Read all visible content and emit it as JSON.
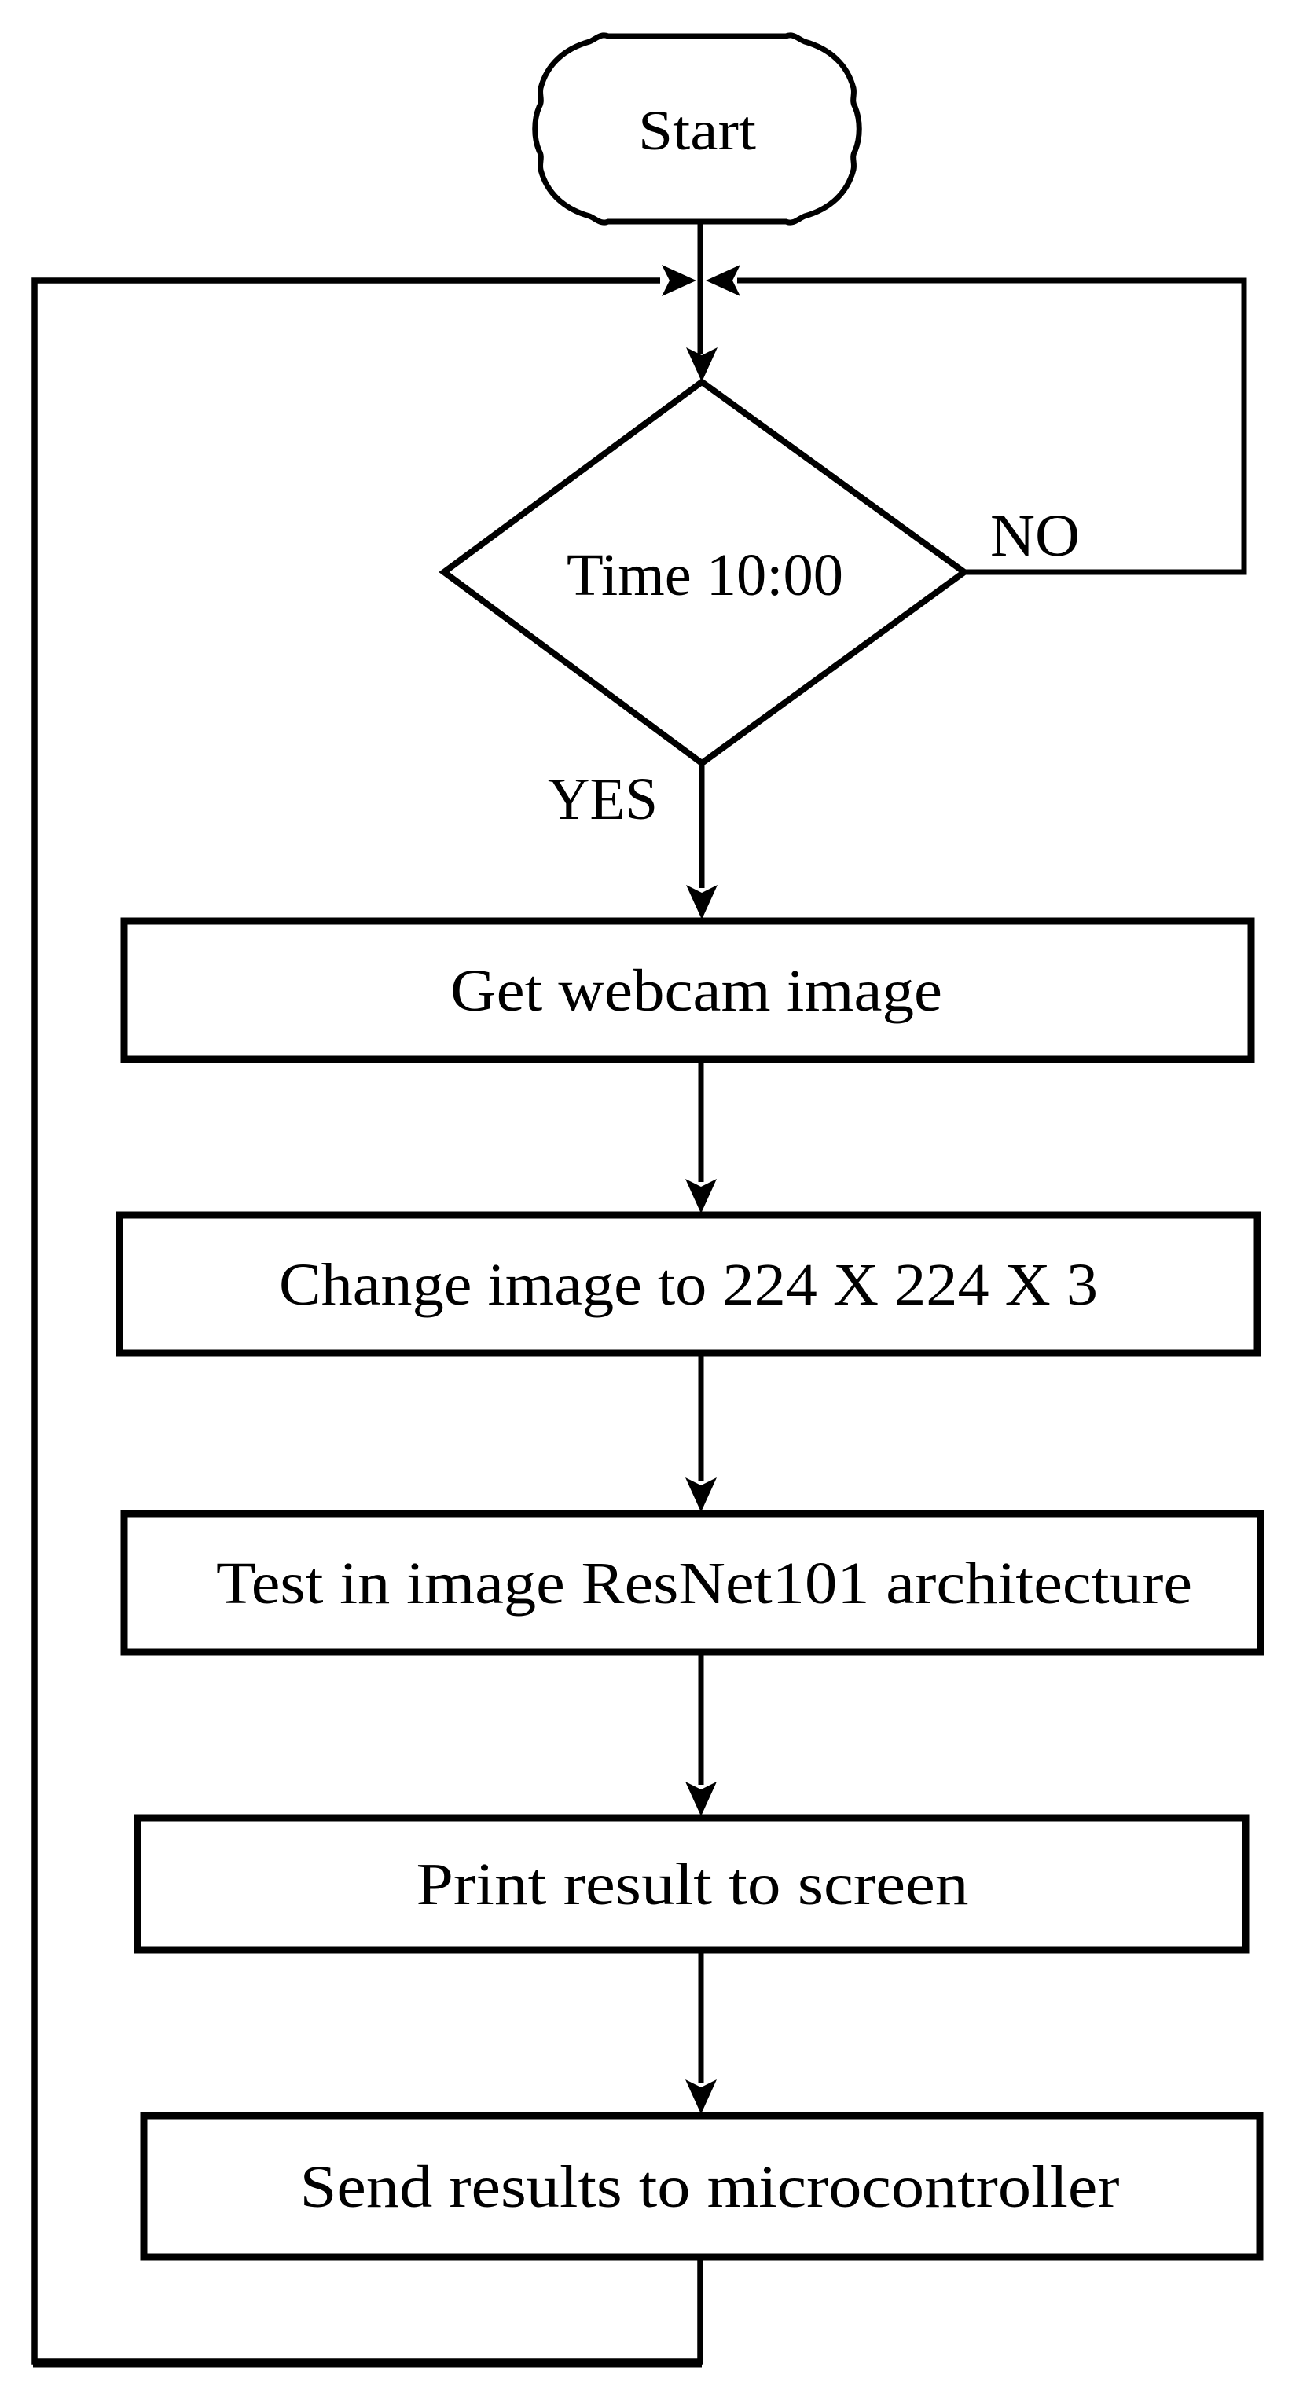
{
  "flowchart": {
    "background": "#ffffff",
    "stroke_color": "#000000",
    "nodes": {
      "start": {
        "type": "terminator",
        "label": "Start"
      },
      "decision": {
        "type": "decision",
        "label": "Time 10:00"
      },
      "process1": {
        "type": "process",
        "label": "Get webcam image"
      },
      "process2": {
        "type": "process",
        "label": "Change image to 224 X 224 X 3"
      },
      "process3": {
        "type": "process",
        "label": "Test in image ResNet101 architecture"
      },
      "process4": {
        "type": "process",
        "label": "Print result to screen"
      },
      "process5": {
        "type": "process",
        "label": "Send results to microcontroller"
      }
    },
    "branch_labels": {
      "yes": "YES",
      "no": "NO"
    }
  }
}
